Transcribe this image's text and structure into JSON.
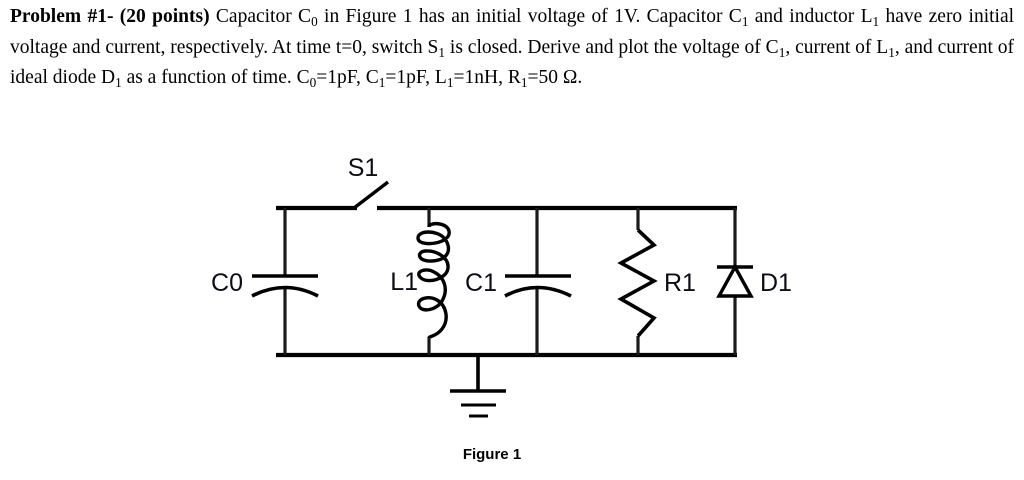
{
  "problem": {
    "lead_label": "Problem #1- (20 points)",
    "body_segments": [
      " Capacitor C",
      "0",
      " in Figure 1 has an initial voltage of 1V. Capacitor C",
      "1",
      " and inductor L",
      "1",
      " have zero initial voltage and current, respectively. At time t=0, switch S",
      "1",
      " is closed. Derive and plot the voltage of C",
      "1",
      ", current of L",
      "1",
      ", and current of ideal diode D",
      "1",
      " as a function of time. C",
      "0",
      "=1pF, C",
      "1",
      "=1pF, L",
      "1",
      "=1nH, R",
      "1",
      "=50 Ω."
    ],
    "full_text": "Problem #1- (20 points) Capacitor C0 in Figure 1 has an initial voltage of 1V. Capacitor C1 and inductor L1 have zero initial voltage and current, respectively. At time t=0, switch S1 is closed. Derive and plot the voltage of C1, current of L1, and current of ideal diode D1 as a function of time. C0=1pF, C1=1pF, L1=1nH, R1=50 Ω.",
    "given_values": {
      "C0": "1pF",
      "C1": "1pF",
      "L1": "1nH",
      "R1": "50 Ω",
      "C0_initial_voltage": "1V",
      "switch_close_time": "t=0"
    }
  },
  "figure": {
    "caption": "Figure 1",
    "components": {
      "switch": "S1",
      "capacitor_c0": "C0",
      "inductor": "L1",
      "capacitor_c1": "C1",
      "resistor": "R1",
      "diode": "D1"
    },
    "line_color": "#000000",
    "label_color": "#0d0d1a"
  }
}
